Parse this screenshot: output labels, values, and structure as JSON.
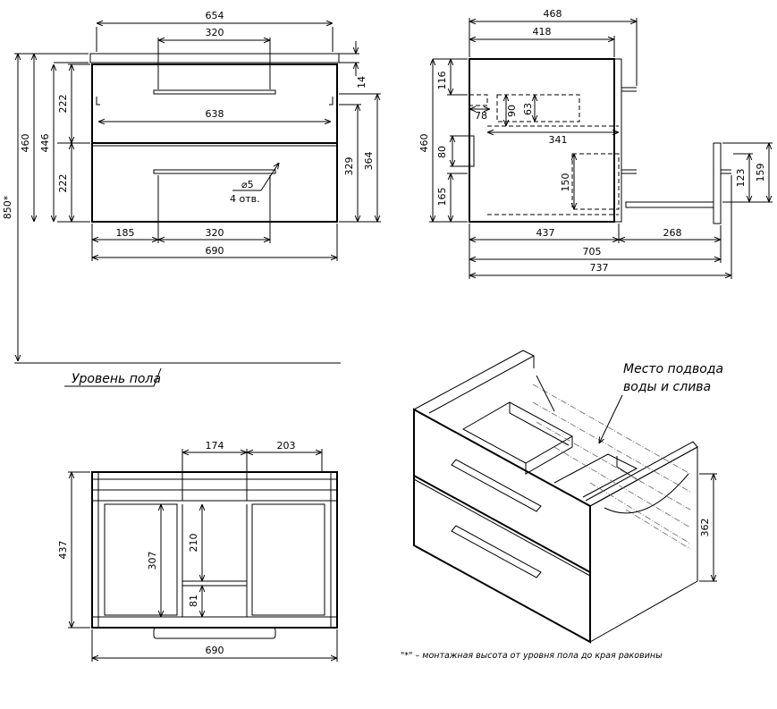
{
  "front_view": {
    "dims": [
      "654",
      "320",
      "14",
      "222",
      "638",
      "222",
      "446",
      "460",
      "329",
      "364",
      "⌀5",
      "4 отв.",
      "185",
      "320",
      "690"
    ],
    "overall_height": "850*",
    "floor_label": "Уровень пола"
  },
  "side_view": {
    "dims": [
      "468",
      "418",
      "116",
      "78",
      "90",
      "63",
      "341",
      "460",
      "80",
      "165",
      "150",
      "437",
      "268",
      "705",
      "737",
      "123",
      "159"
    ]
  },
  "bottom_view": {
    "dims": [
      "174",
      "203",
      "437",
      "307",
      "210",
      "81",
      "690"
    ]
  },
  "iso_view": {
    "callout_lines": [
      "Место подвода",
      "воды и слива"
    ],
    "dims": [
      "362"
    ]
  },
  "footnote": "\"*\" – монтажная высота от уровня пола до края раковины"
}
